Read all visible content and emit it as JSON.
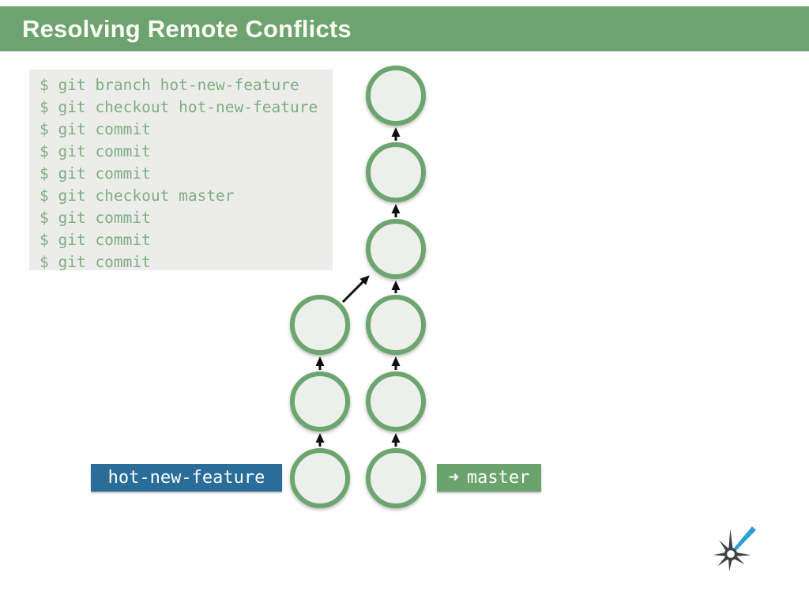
{
  "header": {
    "title": "Resolving Remote Conflicts",
    "background_color": "#6ca36e",
    "title_color": "#fbfaf5"
  },
  "code": {
    "lines": [
      "$ git branch hot-new-feature",
      "$ git checkout hot-new-feature",
      "$ git commit",
      "$ git commit",
      "$ git commit",
      "$ git checkout master",
      "$ git commit",
      "$ git commit",
      "$ git commit"
    ],
    "text_color": "#7fae81",
    "background_color": "#ececeb"
  },
  "graph": {
    "node_fill": "#edefed",
    "node_border_color": "#6da56f",
    "arrow_color": "#0f0f0f",
    "master_branch": {
      "label": "master",
      "label_arrow_glyph": "➜",
      "commit_count": 6,
      "label_background": "#6ba36c"
    },
    "feature_branch": {
      "label": "hot-new-feature",
      "commit_count": 3,
      "label_background": "#2a6d98",
      "branch_point_master_index_from_bottom": 3
    }
  },
  "logo": {
    "star_color": "#3d4248",
    "ray_color": "#2d9fd8"
  }
}
